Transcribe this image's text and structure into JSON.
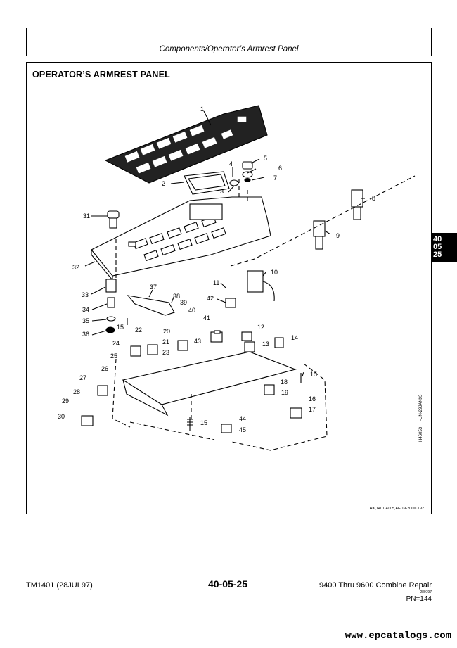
{
  "header": {
    "title": "Components/Operator’s Armrest Panel"
  },
  "section": {
    "title": "OPERATOR’S ARMREST PANEL"
  },
  "figure": {
    "ref": "HX,1401,4005,AF-19-20OCT92",
    "side_code_1": "H46053",
    "side_code_2": "-UN-29JAN93",
    "callouts": [
      "1",
      "2",
      "3",
      "4",
      "5",
      "6",
      "7",
      "8",
      "9",
      "10",
      "11",
      "12",
      "13",
      "14",
      "15",
      "15",
      "15",
      "16",
      "17",
      "18",
      "19",
      "20",
      "21",
      "22",
      "23",
      "24",
      "25",
      "26",
      "27",
      "28",
      "29",
      "30",
      "31",
      "32",
      "33",
      "34",
      "35",
      "36",
      "37",
      "38",
      "39",
      "40",
      "41",
      "42",
      "43",
      "44",
      "45"
    ]
  },
  "side_tab": {
    "line1": "40",
    "line2": "05",
    "line3": "25"
  },
  "footer": {
    "left": "TM1401 (28JUL97)",
    "center": "40-05-25",
    "right": "9400 Thru 9600 Combine Repair",
    "date": "280797",
    "pn": "PN=144"
  },
  "watermark": "www.epcatalogs.com"
}
